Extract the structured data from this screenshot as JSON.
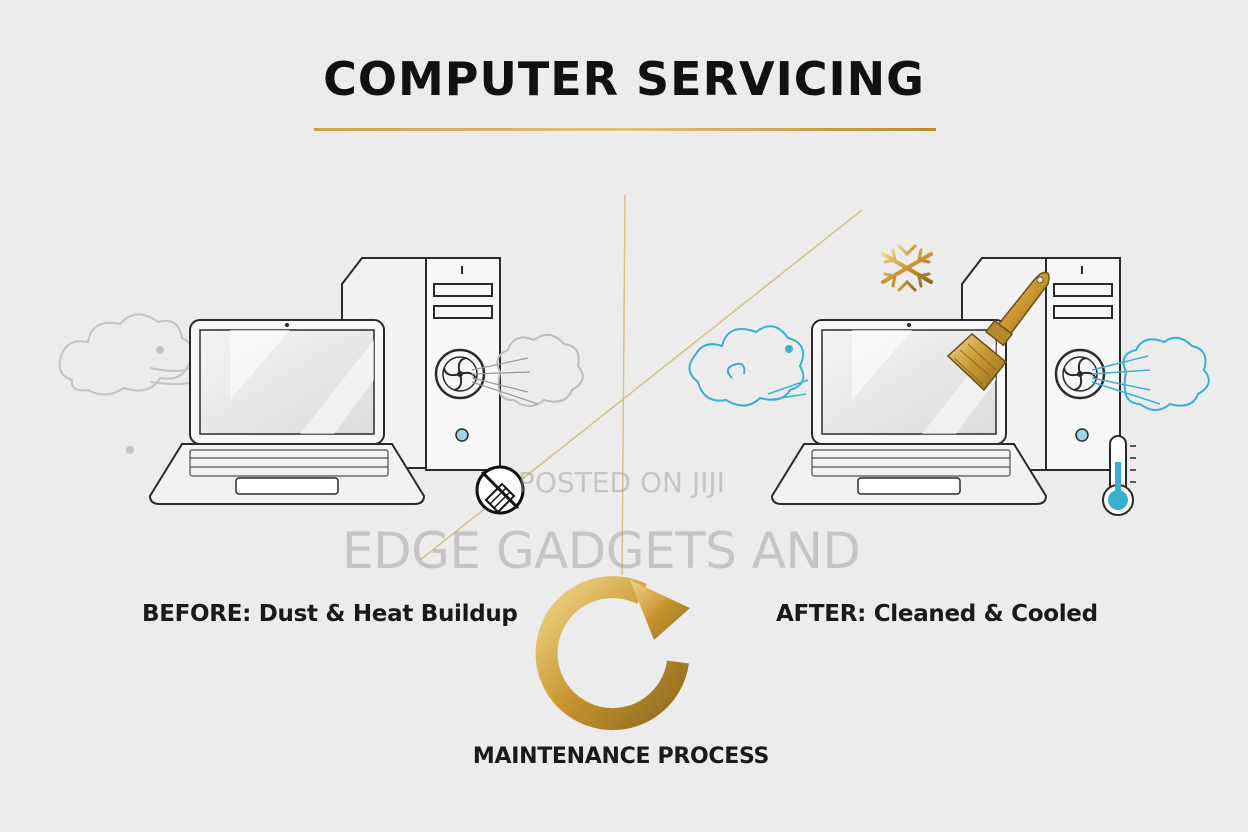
{
  "title": "COMPUTER SERVICING",
  "captions": {
    "before": "BEFORE: Dust & Heat Buildup",
    "after": "AFTER: Cleaned & Cooled",
    "process": "MAINTENANCE PROCESS"
  },
  "watermark": {
    "line1": "POSTED ON JIJI",
    "line2": "EDGE GADGETS AND"
  },
  "icons": {
    "before": [
      "laptop-icon",
      "desktop-tower-icon",
      "dust-cloud-icon",
      "fan-icon",
      "no-cleaning-icon"
    ],
    "after": [
      "laptop-icon",
      "desktop-tower-icon",
      "cool-air-cloud-icon",
      "fan-icon",
      "snowflake-icon",
      "brush-icon",
      "thermometer-icon"
    ],
    "center": [
      "cycle-arrow-icon"
    ]
  },
  "colors": {
    "accent_gold": "#c9a24a",
    "cool_blue": "#3ab0d0",
    "dust_gray": "#bdbdbd",
    "outline": "#2a2a2a",
    "background": "#ececec"
  }
}
